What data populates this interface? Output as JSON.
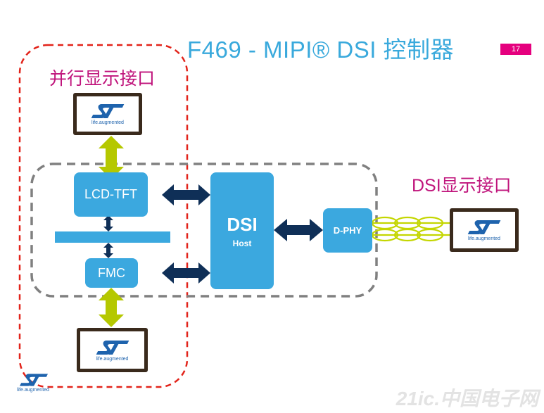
{
  "title": "F469 - MIPI®  DSI 控制器",
  "page_number": "17",
  "labels": {
    "parallel": "并行显示接口",
    "dsi_interface": "DSI显示接口"
  },
  "blocks": {
    "lcd_tft": "LCD-TFT",
    "fmc": "FMC",
    "dsi": "DSI",
    "dsi_sub": "Host",
    "dphy": "D-PHY"
  },
  "monitor_tagline": "life.augmented",
  "logo_tagline": "life.augmented",
  "watermark": "21ic.中国电子网",
  "colors": {
    "title": "#39a9dc",
    "block": "#3ba8df",
    "dark_arrow": "#0f2f57",
    "green_arrow": "#b5c800",
    "red_dashed": "#e2231a",
    "grey_dashed": "#808080",
    "pink_text": "#c0157c",
    "page_badge": "#e5007e"
  }
}
